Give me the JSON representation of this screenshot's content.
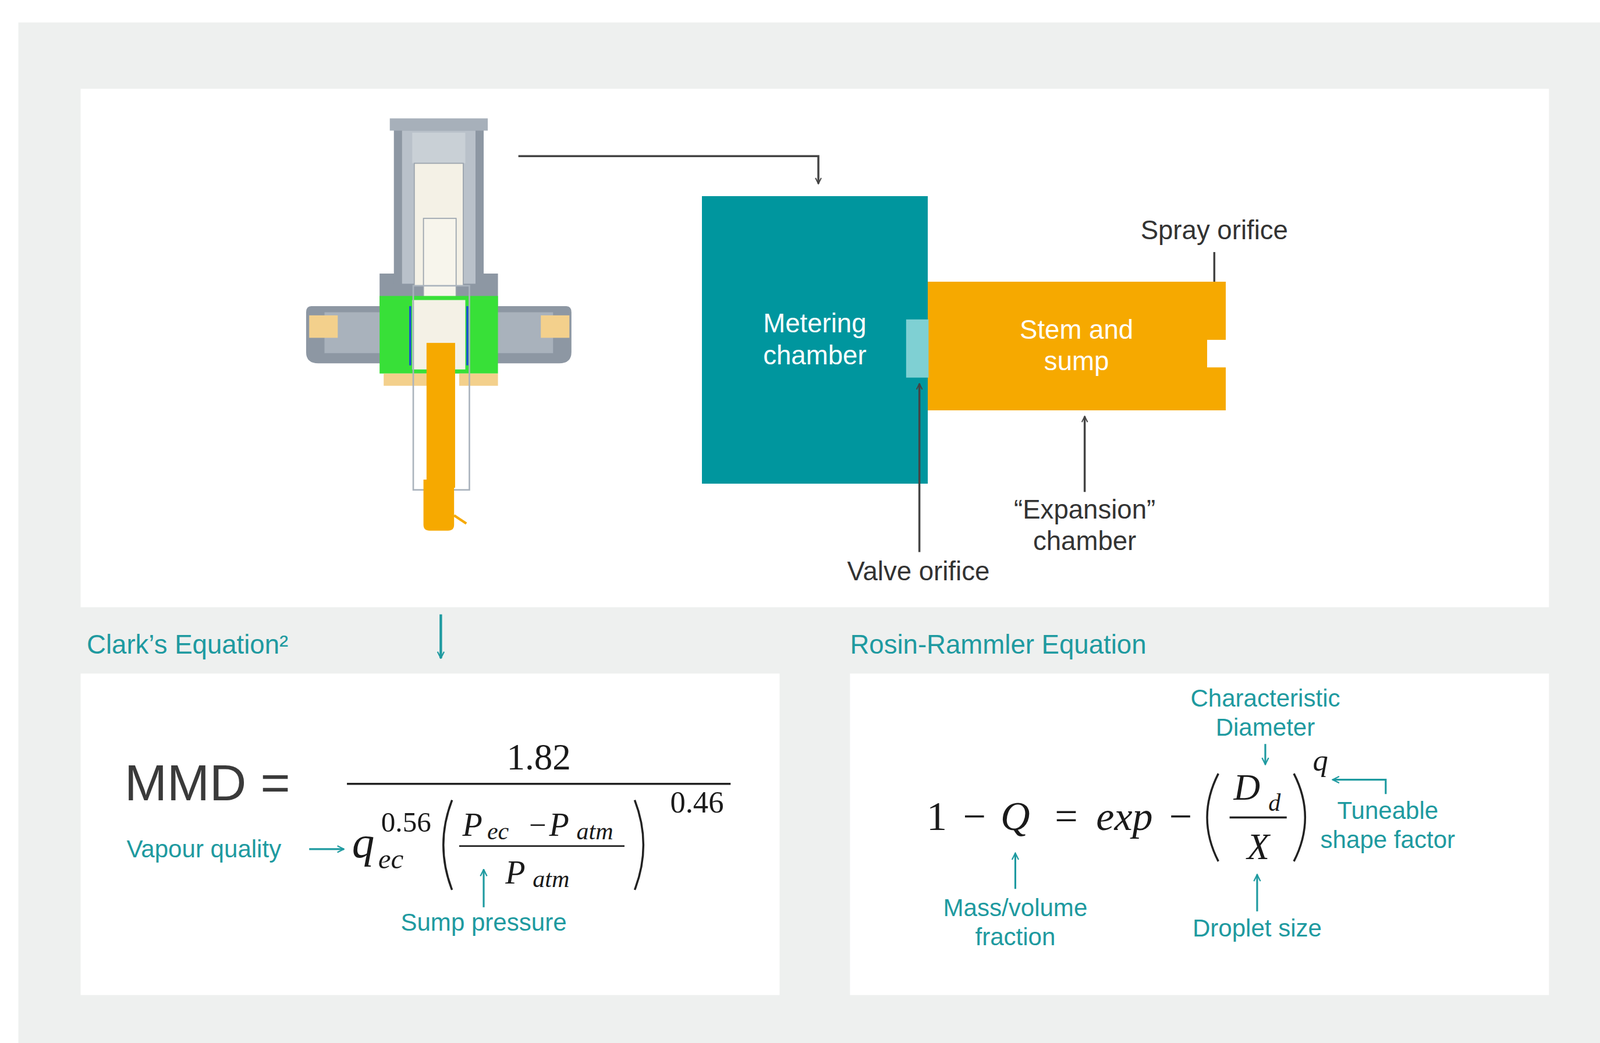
{
  "diagram": {
    "nodes": [
      {
        "text": [
          "Metering chamber"
        ]
      },
      {
        "text": [
          "Stem and sump"
        ]
      }
    ],
    "labels": [
      "Spray orifice",
      "“Expansion” chamber",
      "Valve orifice",
      "Clark’s Equation²",
      "MMD =",
      "1.82",
      "q",
      "ec",
      "0.56",
      "P",
      "ec",
      "−",
      "P",
      "atm",
      "P",
      "atm",
      "0.46",
      "Vapour quality",
      "Sump pressure",
      "Rosin-Rammler Equation",
      "Characteristic Diameter",
      "1",
      "−",
      "Q",
      "=",
      "exp",
      "−",
      "D",
      "d",
      "X",
      "q",
      "Tuneable shape factor",
      "Mass/volume fraction",
      "Droplet size"
    ]
  }
}
